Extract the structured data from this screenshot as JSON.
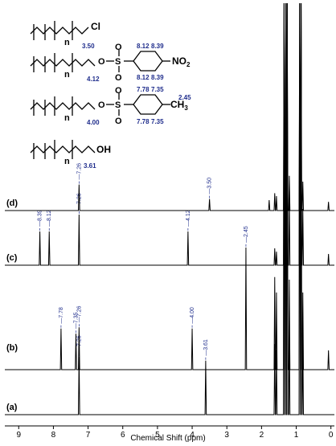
{
  "chart_data": {
    "type": "line",
    "xlabel": "Chemical Shift (ppm)",
    "xlim": [
      9.4,
      -0.1
    ],
    "x_ticks": [
      9,
      8,
      7,
      6,
      5,
      4,
      3,
      2,
      1,
      0
    ],
    "grid": false,
    "series": [
      {
        "name": "(a)",
        "peak_labels": [
          "7.26",
          "3.61"
        ],
        "peaks": [
          [
            7.26,
            0.45
          ],
          [
            3.61,
            0.42
          ],
          [
            1.62,
            0.55
          ],
          [
            1.57,
            0.5
          ],
          [
            1.35,
            1.0
          ],
          [
            1.3,
            1.0
          ],
          [
            1.26,
            1.0
          ],
          [
            1.2,
            0.7
          ],
          [
            0.9,
            1.0
          ],
          [
            0.86,
            1.0
          ],
          [
            0.81,
            0.6
          ]
        ]
      },
      {
        "name": "(b)",
        "peak_labels": [
          "7.78",
          "7.35",
          "7.26",
          "4.00",
          "2.45"
        ],
        "peaks": [
          [
            7.78,
            0.32
          ],
          [
            7.35,
            0.28
          ],
          [
            7.26,
            0.33
          ],
          [
            4.0,
            0.32
          ],
          [
            2.45,
            0.95
          ],
          [
            1.62,
            0.72
          ],
          [
            1.57,
            0.6
          ],
          [
            1.35,
            1.0
          ],
          [
            1.3,
            1.0
          ],
          [
            1.26,
            1.0
          ],
          [
            1.2,
            0.7
          ],
          [
            0.9,
            1.0
          ],
          [
            0.86,
            1.0
          ],
          [
            0.81,
            0.6
          ],
          [
            0.07,
            0.15
          ]
        ]
      },
      {
        "name": "(c)",
        "peak_labels": [
          "8.39",
          "8.12",
          "7.26",
          "4.12"
        ],
        "peaks": [
          [
            8.39,
            0.3
          ],
          [
            8.12,
            0.3
          ],
          [
            7.26,
            0.45
          ],
          [
            4.12,
            0.3
          ],
          [
            1.62,
            0.15
          ],
          [
            1.57,
            0.12
          ],
          [
            1.35,
            1.0
          ],
          [
            1.3,
            1.0
          ],
          [
            1.26,
            1.0
          ],
          [
            1.2,
            0.6
          ],
          [
            0.9,
            1.0
          ],
          [
            0.86,
            1.0
          ],
          [
            0.81,
            0.5
          ],
          [
            0.07,
            0.1
          ]
        ]
      },
      {
        "name": "(d)",
        "peak_labels": [
          "7.26",
          "3.50"
        ],
        "peaks": [
          [
            7.26,
            0.45
          ],
          [
            3.5,
            0.2
          ],
          [
            1.78,
            0.18
          ],
          [
            1.62,
            0.3
          ],
          [
            1.57,
            0.25
          ],
          [
            1.35,
            1.0
          ],
          [
            1.3,
            1.0
          ],
          [
            1.26,
            1.0
          ],
          [
            1.2,
            0.6
          ],
          [
            0.9,
            1.0
          ],
          [
            0.86,
            1.0
          ],
          [
            0.81,
            0.5
          ],
          [
            0.07,
            0.15
          ]
        ]
      }
    ],
    "structures": [
      {
        "group": "Cl",
        "repeat": "n",
        "shifts": [
          "3.50"
        ]
      },
      {
        "group": "NO2",
        "repeat": "n",
        "shifts": [
          "4.12",
          "8.12",
          "8.39",
          "8.12",
          "8.39"
        ]
      },
      {
        "group": "CH3",
        "repeat": "n",
        "shifts": [
          "4.00",
          "7.78",
          "7.35",
          "7.78",
          "7.35",
          "2.45"
        ]
      },
      {
        "group": "OH",
        "repeat": "n",
        "shifts": [
          "3.61"
        ]
      }
    ],
    "colors": {
      "spectrum": "#000000",
      "peak_label": "#1f2d8c"
    }
  }
}
